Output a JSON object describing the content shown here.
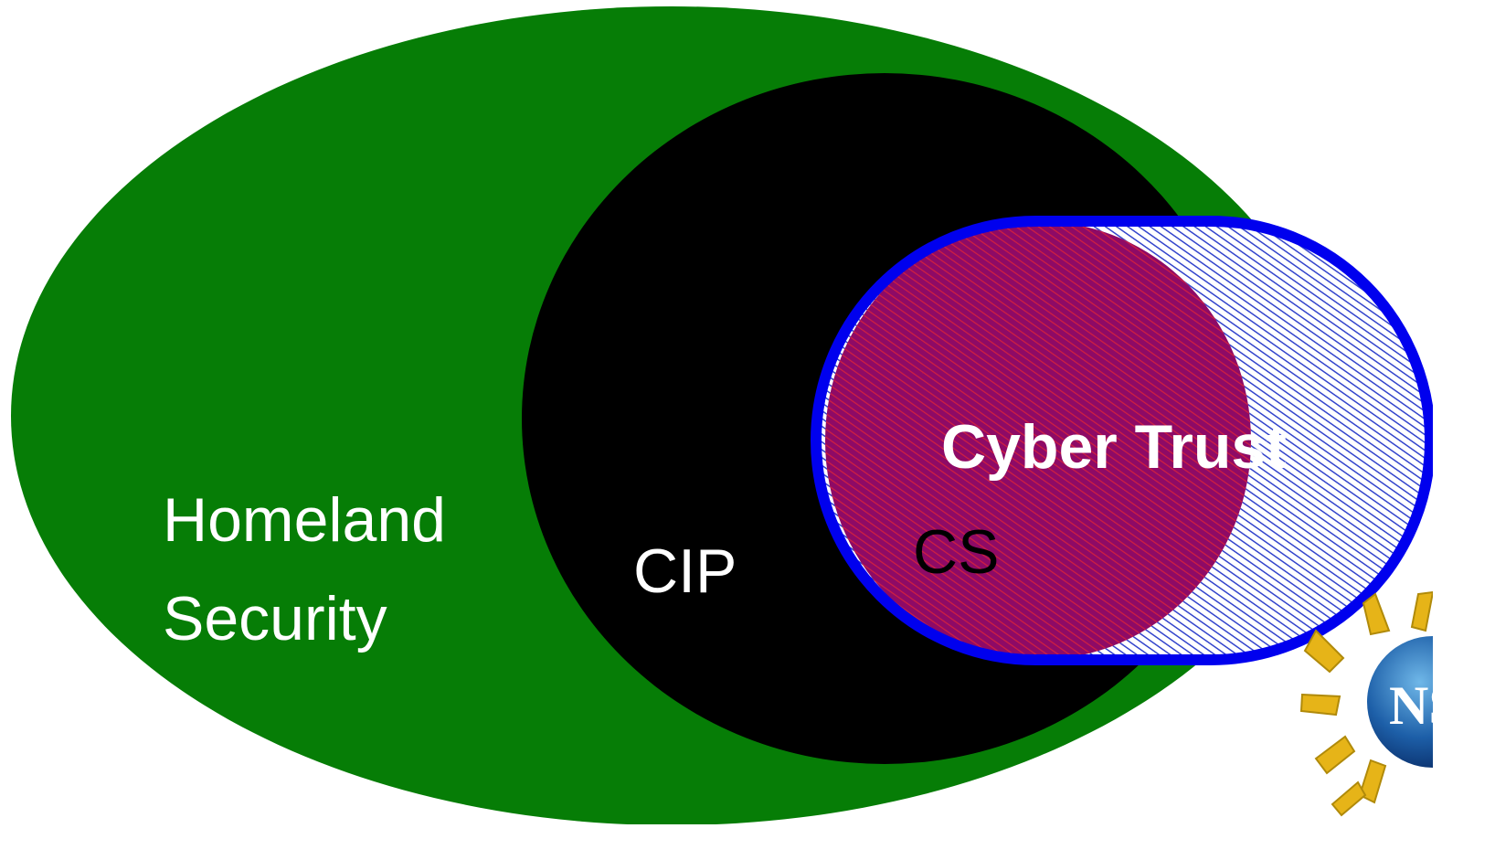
{
  "diagram": {
    "title": "",
    "regions": {
      "homeland_security": {
        "label_line1": "Homeland",
        "label_line2": "Security",
        "color": "#067D06"
      },
      "cip": {
        "label": "CIP",
        "color": "#000000"
      },
      "cyber_trust": {
        "label": "Cyber Trust",
        "border_color": "#0000EE",
        "hatch_color": "#3344CC"
      },
      "cs": {
        "label": "CS",
        "color": "#99005A",
        "hatch_color": "#CC2233"
      }
    },
    "logo": {
      "text": "NS",
      "icon": "nsf-logo-icon"
    }
  }
}
